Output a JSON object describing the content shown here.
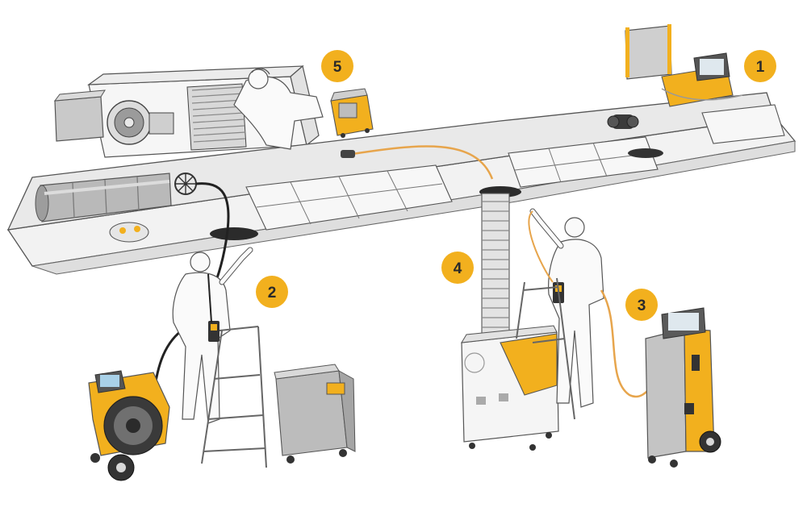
{
  "colors": {
    "accent": "#f2b01e",
    "accent_dark": "#d99a10",
    "line": "#4a4a4a",
    "light_line": "#9a9a9a",
    "duct_fill": "#f1f1f1",
    "duct_top": "#e6e6e6",
    "metal": "#bfbfbf",
    "metal_dark": "#8c8c8c",
    "hose": "#e7a54c",
    "cable": "#222222"
  },
  "markers": [
    {
      "id": "1",
      "label": "1"
    },
    {
      "id": "2",
      "label": "2"
    },
    {
      "id": "3",
      "label": "3"
    },
    {
      "id": "4",
      "label": "4"
    },
    {
      "id": "5",
      "label": "5"
    }
  ]
}
